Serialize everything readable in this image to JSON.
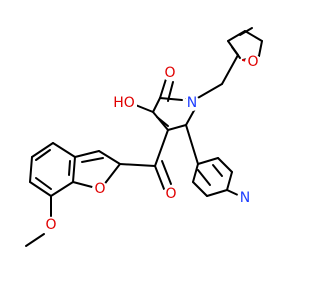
{
  "molecule": {
    "atom_labels": {
      "furan_oxygen": "O",
      "lactam_carbonyl_oxygen": "O",
      "lactam_nitrogen": "N",
      "hydroxy": "HO",
      "ketone_oxygen": "O",
      "benzofuran_oxygen": "O",
      "methoxy_oxygen": "O",
      "pyridine_nitrogen": "N"
    },
    "colors": {
      "carbon_bond": "#000000",
      "oxygen": "#e00000",
      "nitrogen": "#1f3fff",
      "background": "#ffffff"
    }
  }
}
